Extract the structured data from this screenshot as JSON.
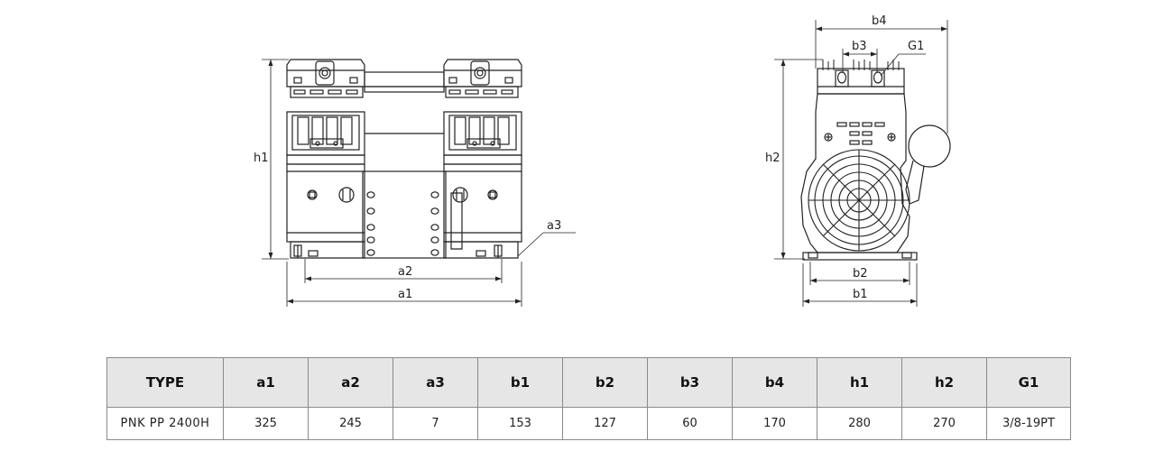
{
  "drawing_labels": {
    "h1": "h1",
    "a1": "a1",
    "a2": "a2",
    "a3": "a3",
    "h2": "h2",
    "b1": "b1",
    "b2": "b2",
    "b3": "b3",
    "b4": "b4",
    "g1": "G1"
  },
  "table": {
    "headers": [
      "TYPE",
      "a1",
      "a2",
      "a3",
      "b1",
      "b2",
      "b3",
      "b4",
      "h1",
      "h2",
      "G1"
    ],
    "rows": [
      [
        "PNK PP 2400H",
        "325",
        "245",
        "7",
        "153",
        "127",
        "60",
        "170",
        "280",
        "270",
        "3/8-19PT"
      ]
    ]
  }
}
